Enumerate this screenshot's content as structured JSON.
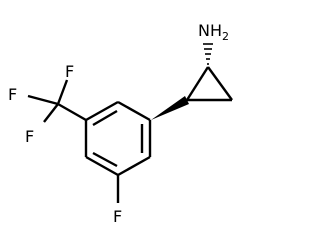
{
  "molecule": {
    "atoms": {
      "amine_n": "N",
      "amine_h": "H",
      "amine_h_count": "2",
      "cf3_f_top": "F",
      "cf3_f_left": "F",
      "cf3_f_bottom": "F",
      "aryl_f": "F"
    },
    "colors": {
      "atom_text": "#000000",
      "bonds": "#000000",
      "background": "#ffffff"
    },
    "stereo": {
      "amine_bond": "hashed-wedge",
      "aryl_bond": "solid-wedge"
    }
  }
}
